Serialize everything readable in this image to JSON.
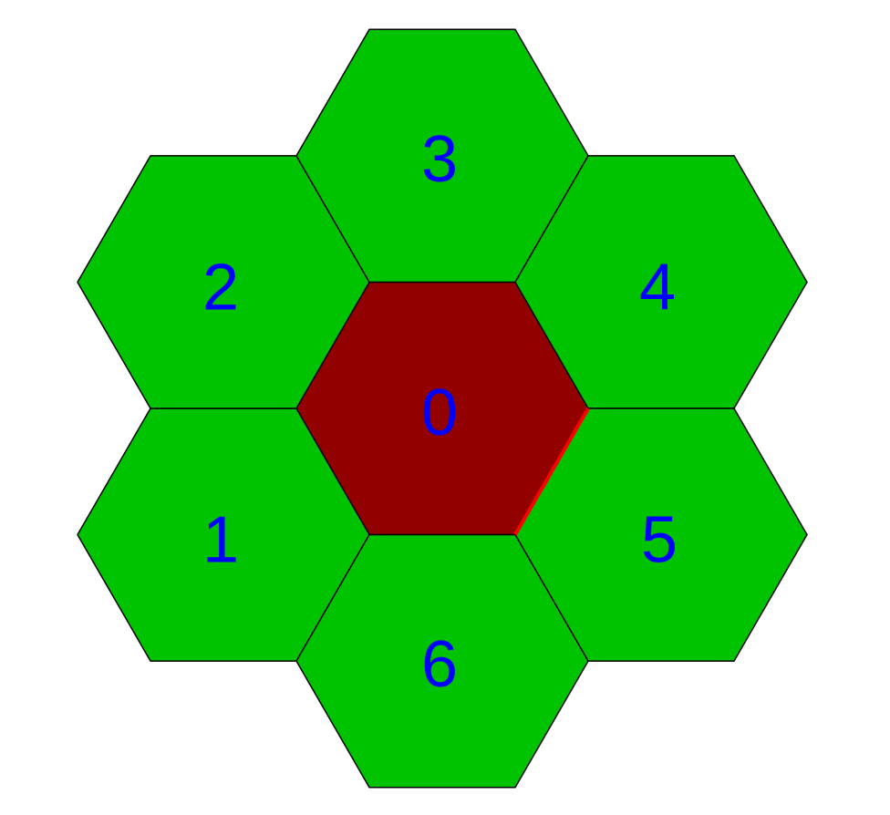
{
  "diagram": {
    "colors": {
      "center_fill": "#920000",
      "neighbor_fill": "#00c300",
      "outline": "#000000",
      "highlight_edge": "#ff0000",
      "label": "#0000ff"
    },
    "cells": [
      {
        "id": "0",
        "label": "0",
        "role": "center"
      },
      {
        "id": "1",
        "label": "1",
        "role": "neighbor"
      },
      {
        "id": "2",
        "label": "2",
        "role": "neighbor"
      },
      {
        "id": "3",
        "label": "3",
        "role": "neighbor"
      },
      {
        "id": "4",
        "label": "4",
        "role": "neighbor"
      },
      {
        "id": "5",
        "label": "5",
        "role": "neighbor"
      },
      {
        "id": "6",
        "label": "6",
        "role": "neighbor"
      }
    ],
    "highlighted_edge": {
      "between": [
        "0",
        "5"
      ]
    }
  }
}
